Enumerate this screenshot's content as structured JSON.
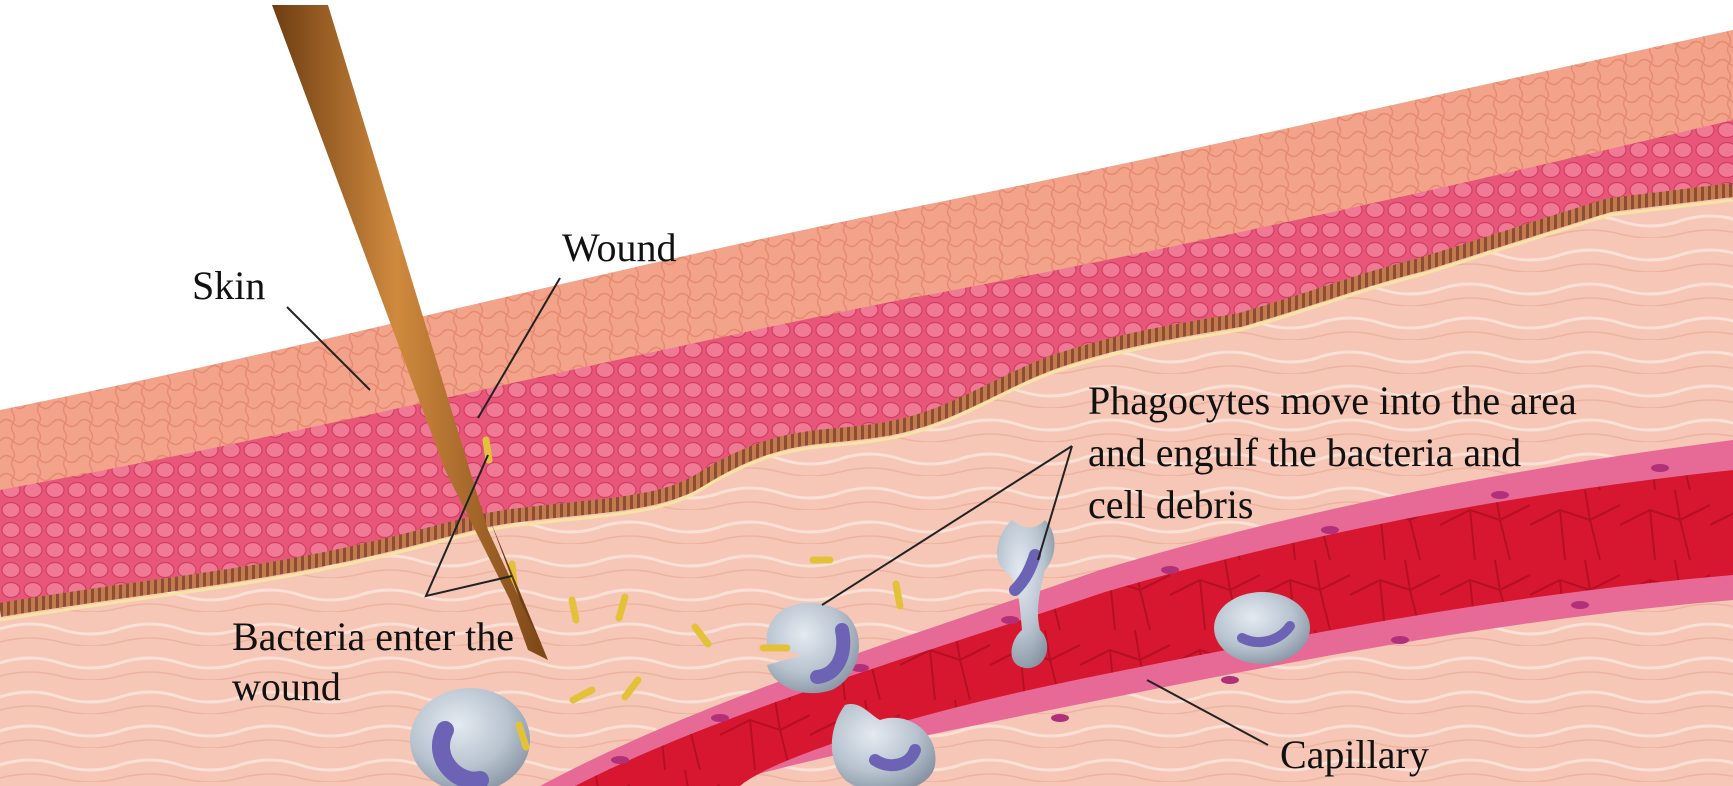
{
  "labels": {
    "skin": "Skin",
    "wound": "Wound",
    "bacteria": {
      "line1": "Bacteria enter the",
      "line2": "wound"
    },
    "phagocytes": {
      "line1": "Phagocytes move into the area",
      "line2": "and engulf the bacteria and",
      "line3": "cell debris"
    },
    "capillary": "Capillary"
  },
  "colors": {
    "background": "#ffffff",
    "epidermis_outer": "#f2a38a",
    "epidermis_inner": "#e8577a",
    "basement_membrane": "#9a5a3c",
    "dermis": "#f6c7b6",
    "capillary_wall": "#e76a96",
    "blood": "#d7172f",
    "bacteria": "#e3c23a",
    "phagocyte": "#b8c3cf",
    "nucleus": "#6d63b5",
    "pin": "#a8672a",
    "leader_line": "#222222"
  }
}
